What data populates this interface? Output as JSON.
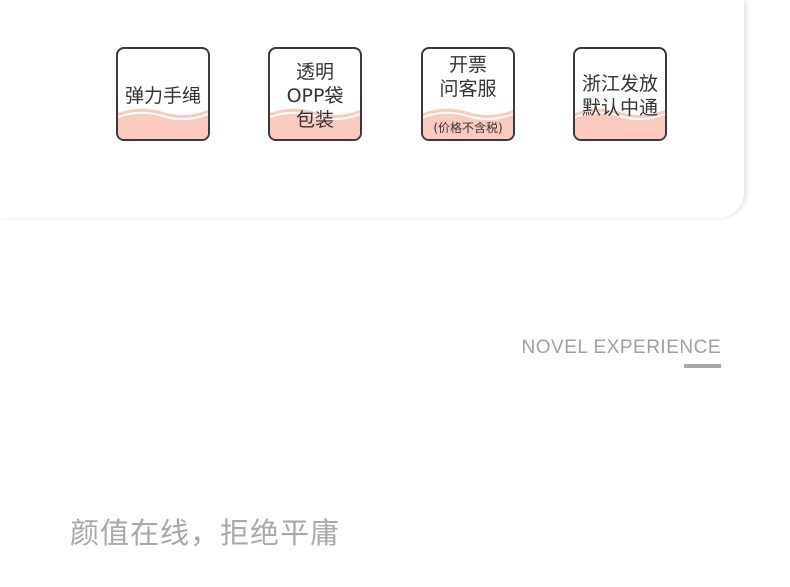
{
  "tiles": [
    {
      "lines": [
        "弹力手绳"
      ],
      "sub": ""
    },
    {
      "lines": [
        "透明",
        "OPP袋",
        "包装"
      ],
      "sub": ""
    },
    {
      "lines": [
        "开票",
        "问客服"
      ],
      "sub": "(价格不含税)"
    },
    {
      "lines": [
        "浙江发放",
        "默认中通"
      ],
      "sub": ""
    }
  ],
  "tagline": "NOVEL EXPERIENCE",
  "slogan": "颜值在线，拒绝平庸",
  "colors": {
    "wave_fill": "#fbc9c0",
    "wave_line": "#ffffff",
    "tile_border": "#3a3a3a",
    "muted_text": "#a0a0a0"
  }
}
